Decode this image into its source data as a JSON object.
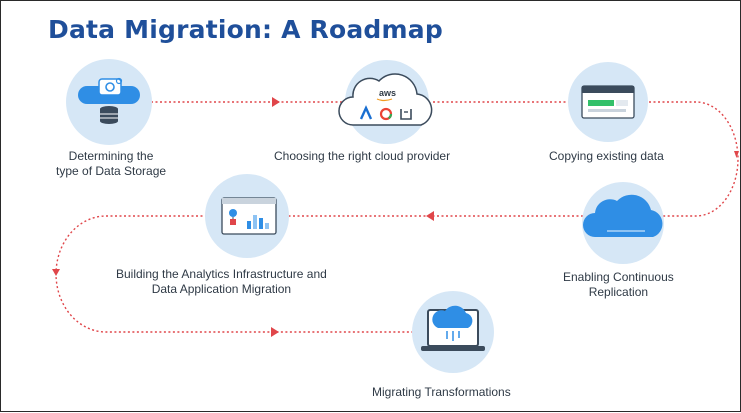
{
  "title": "Data Migration: A Roadmap",
  "colors": {
    "title": "#1f4f9a",
    "path": "#e0464a",
    "circle": "#d6e7f6",
    "accent": "#2f8ee5"
  },
  "steps": [
    {
      "label_lines": [
        "Determining the",
        "type of Data Storage"
      ],
      "icon": "database-gear-icon"
    },
    {
      "label_lines": [
        "Choosing the right cloud provider"
      ],
      "icon": "cloud-providers-icon",
      "icon_text": "aws"
    },
    {
      "label_lines": [
        "Copying existing data"
      ],
      "icon": "browser-window-icon"
    },
    {
      "label_lines": [
        "Enabling Continuous",
        "Replication"
      ],
      "icon": "cloud-icon"
    },
    {
      "label_lines": [
        "Building the Analytics Infrastructure and",
        "Data Application Migration"
      ],
      "icon": "analytics-dashboard-icon"
    },
    {
      "label_lines": [
        "Migrating Transformations"
      ],
      "icon": "laptop-cloud-icon"
    }
  ]
}
